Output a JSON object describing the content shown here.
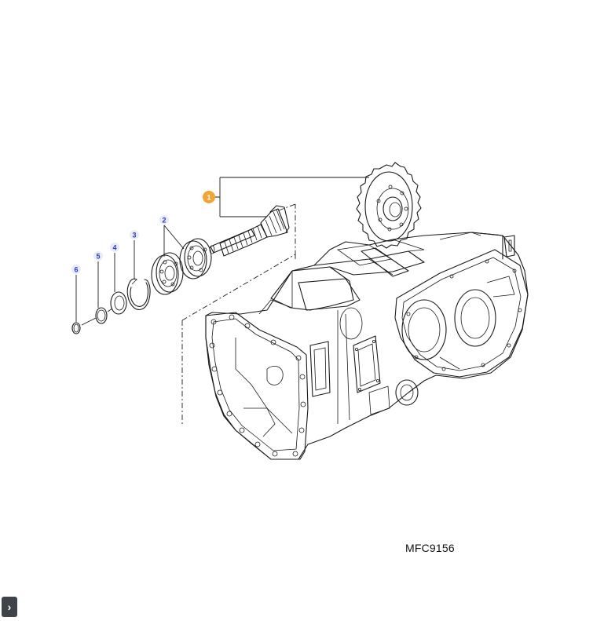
{
  "figure": {
    "code": "MFC9156"
  },
  "callouts": [
    {
      "label": "1",
      "highlighted": true
    },
    {
      "label": "2",
      "highlighted": false
    },
    {
      "label": "3",
      "highlighted": false
    },
    {
      "label": "4",
      "highlighted": false
    },
    {
      "label": "5",
      "highlighted": false
    },
    {
      "label": "6",
      "highlighted": false
    }
  ],
  "colors": {
    "callout_text": "#2b37c9",
    "callout_highlight": "#f0a534",
    "line": "#1a1a1a"
  },
  "controls": {
    "expand_icon": "chevron-right-icon",
    "expand_glyph": "›"
  }
}
